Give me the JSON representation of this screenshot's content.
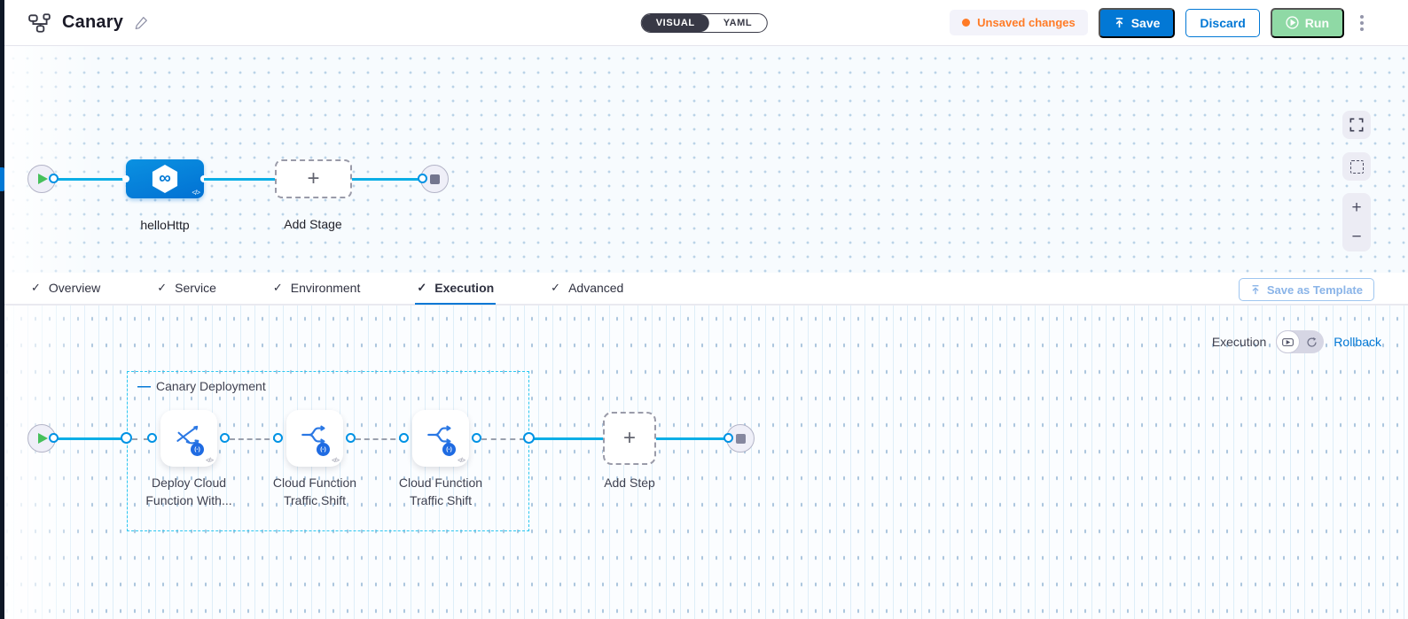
{
  "header": {
    "title": "Canary",
    "mode_toggle": {
      "options": [
        "VISUAL",
        "YAML"
      ],
      "selected": "VISUAL"
    },
    "unsaved_changes": "Unsaved changes",
    "save": "Save",
    "discard": "Discard",
    "run": "Run"
  },
  "stage_canvas": {
    "stage_name": "helloHttp",
    "add_stage": "Add Stage"
  },
  "tabs": {
    "items": [
      {
        "label": "Overview"
      },
      {
        "label": "Service"
      },
      {
        "label": "Environment"
      },
      {
        "label": "Execution"
      },
      {
        "label": "Advanced"
      }
    ],
    "active": "Execution",
    "save_as_template": "Save as Template"
  },
  "execution_panel": {
    "mode_label": "Execution",
    "rollback_link": "Rollback",
    "group_name": "Canary Deployment",
    "steps": [
      {
        "line1": "Deploy Cloud",
        "line2": "Function With..."
      },
      {
        "line1": "Cloud Function",
        "line2": "Traffic Shift"
      },
      {
        "line1": "Cloud Function",
        "line2": "Traffic Shift"
      }
    ],
    "add_step": "Add Step"
  },
  "icons": {
    "plus": "+",
    "minus": "−",
    "collapse_dash": "—",
    "check": "✓",
    "infinity": "∞",
    "code": "</>",
    "badge_fn": "(-)"
  },
  "colors": {
    "accent_blue": "#0278d5",
    "connector_cyan": "#0baee6",
    "group_border_cyan": "#2cc7f1",
    "unsaved_orange": "#ff7b26",
    "run_green": "#8fd9a5",
    "toggle_dark": "#383946"
  }
}
